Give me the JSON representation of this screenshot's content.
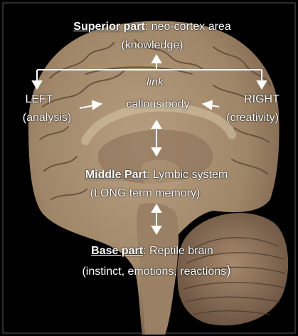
{
  "colors": {
    "background": "#000000",
    "frame": "#5a5a5a",
    "brain_tissue": "#a88f72",
    "brain_shadow": "#5b4736",
    "arrow": "#ffffff",
    "label": "#ffffff"
  },
  "superior": {
    "heading": "Superior part",
    "text": ": neo-cortex area",
    "sub": "(knowledge)"
  },
  "link": {
    "text": "link",
    "body": "callous body"
  },
  "left": {
    "title": "LEFT",
    "sub": "(analysis)"
  },
  "right": {
    "title": "RIGHT",
    "sub": "(creativity)"
  },
  "middle": {
    "heading": "Middle Part",
    "text": ": Lymbic  system",
    "sub": "(LONG term memory)"
  },
  "base": {
    "heading": "Base part",
    "text": ": Reptile brain",
    "sub": "(instinct, emotions, reactions",
    "close": ")"
  }
}
